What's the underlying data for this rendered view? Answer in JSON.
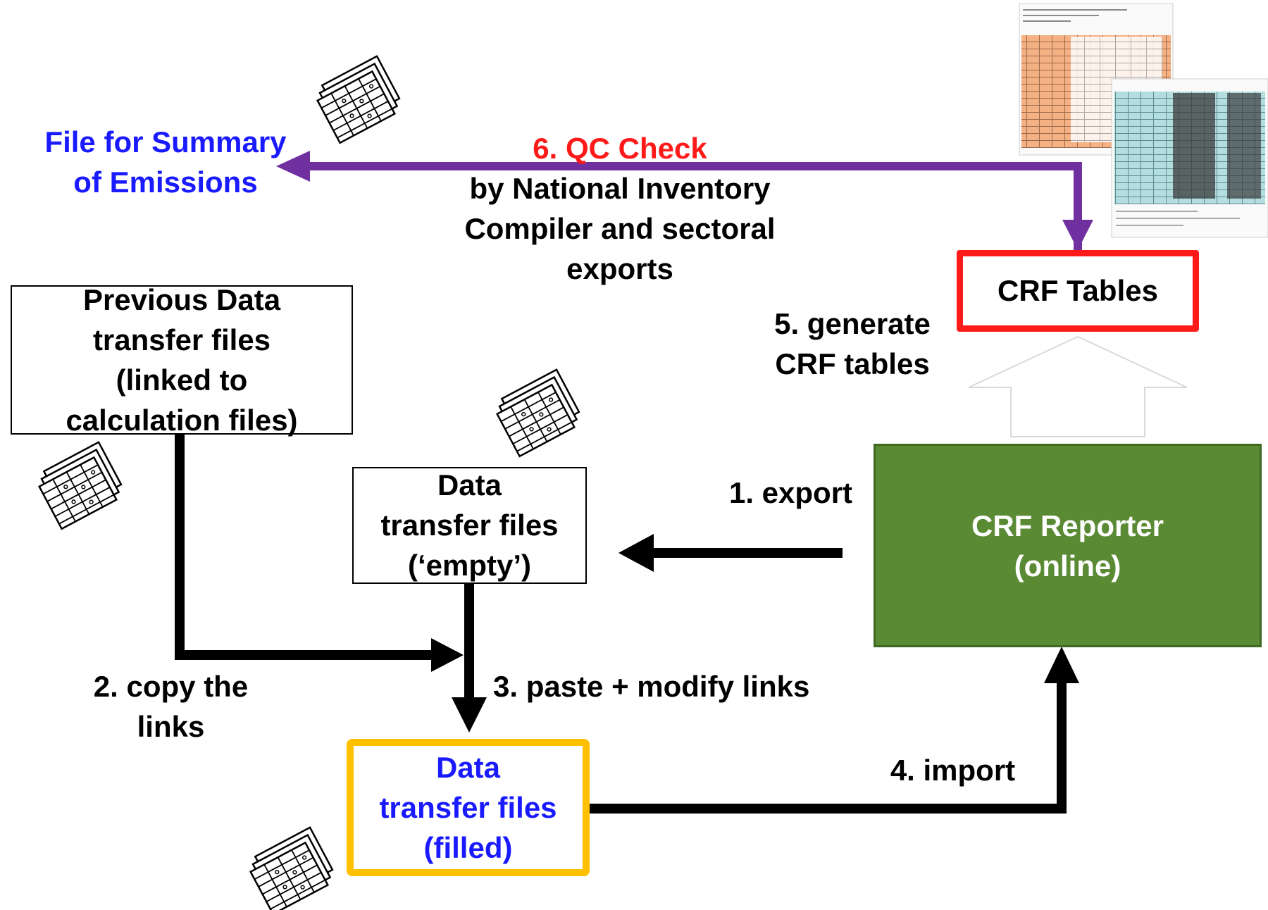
{
  "nodes": {
    "summary_file": {
      "lines": [
        "File for Summary",
        "of Emissions"
      ],
      "color": "#1a1aff"
    },
    "crf_tables": {
      "lines": [
        "CRF Tables"
      ],
      "border_color": "#ff1a1a"
    },
    "previous_files": {
      "lines": [
        "Previous Data",
        "transfer files",
        "(linked to",
        "calculation files)"
      ]
    },
    "empty_files": {
      "lines": [
        "Data",
        "transfer files",
        "(‘empty’)"
      ]
    },
    "crf_reporter": {
      "lines": [
        "CRF Reporter",
        "(online)"
      ],
      "fill": "#5b8a35",
      "text_color": "#ffffff"
    },
    "filled_files": {
      "lines": [
        "Data",
        "transfer files",
        "(filled)"
      ],
      "border_color": "#ffc000",
      "text_color": "#1a1aff"
    }
  },
  "steps": {
    "qc_check_title": "6. QC Check",
    "qc_check_title_color": "#ff1a1a",
    "qc_check_detail": [
      "by National Inventory",
      "Compiler and sectoral",
      "exports"
    ],
    "generate": [
      "5. generate",
      "CRF tables"
    ],
    "export": "1. export",
    "copy": [
      "2. copy the",
      "links"
    ],
    "paste": "3. paste + modify links",
    "import": "4. import"
  },
  "colors": {
    "qc_arrow": "#7030a0",
    "flow_arrow": "#000000"
  }
}
